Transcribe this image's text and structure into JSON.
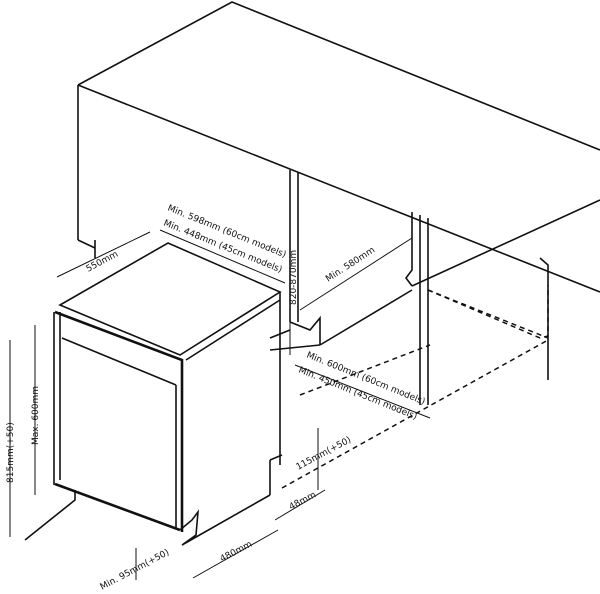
{
  "labels": {
    "cabinet_depth": "550mm",
    "min_width_60": "Min. 598mm (60cm models)",
    "min_width_45": "Min. 448mm (45cm models)",
    "counter_height": "820-870mm",
    "min_depth": "Min. 580mm",
    "min_floor_60": "Min. 600mm (60cm models)",
    "min_floor_45": "Min. 450mm (45cm models)",
    "plinth_adjust": "115mm(+50)",
    "back_gap": "48mm",
    "base_depth": "480mm",
    "plinth_min": "Min. 95mm(+50)",
    "total_height": "815mm(+50)",
    "door_height": "Max. 600mm"
  }
}
